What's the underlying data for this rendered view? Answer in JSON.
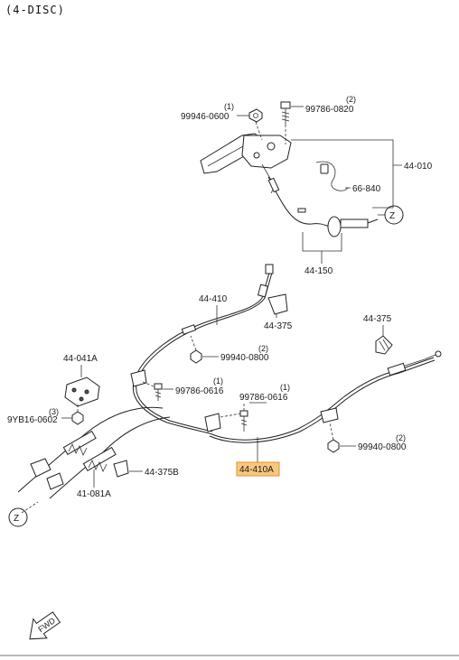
{
  "header": {
    "title": "(4-DISC)"
  },
  "parts": {
    "p1_code": "99946-0600",
    "p1_qty": "(1)",
    "p2_code": "99786-0820",
    "p2_qty": "(2)",
    "p3_code": "44-010",
    "p4_code": "66-840",
    "p5_code": "44-150",
    "p6_code": "44-410",
    "p7_code": "44-375",
    "p8_code": "44-375",
    "p9_code": "99940-0800",
    "p9_qty": "(2)",
    "p10_code": "44-041A",
    "p11_code": "99786-0616",
    "p11_qty": "(1)",
    "p12_code": "99786-0616",
    "p12_qty": "(1)",
    "p13_code": "9YB16-0602",
    "p13_qty": "(3)",
    "p14_code": "99940-0800",
    "p14_qty": "(2)",
    "p15_code": "44-410A",
    "p16_code": "44-375B",
    "p17_code": "41-081A"
  },
  "refs": {
    "z_top": "Z",
    "z_bottom": "Z"
  },
  "fwd": {
    "label": "FWD"
  },
  "colors": {
    "highlight_fill": "#f7c77f",
    "highlight_stroke": "#e0902a",
    "ink": "#222222"
  }
}
